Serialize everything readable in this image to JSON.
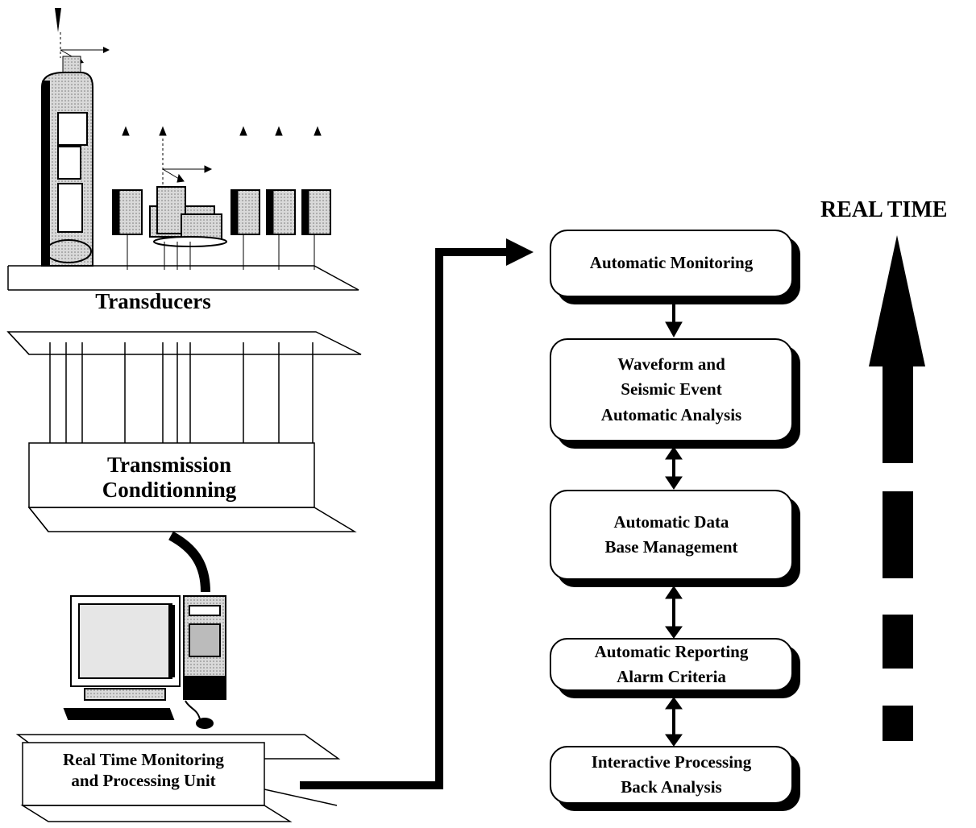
{
  "left_stack": {
    "transducers_label": "Transducers",
    "transmission_label": "Transmission\nConditionning",
    "unit_label": "Real Time Monitoring\nand Processing Unit"
  },
  "flow": {
    "steps": [
      "Automatic Monitoring",
      "Waveform and\nSeismic Event\nAutomatic Analysis",
      "Automatic Data\nBase Management",
      "Automatic Reporting\nAlarm Criteria",
      "Interactive Processing\nBack Analysis"
    ]
  },
  "real_time_label": "REAL TIME",
  "colors": {
    "ink": "#000000",
    "sensor_gray": "#8a8a8a",
    "screen_gray": "#e6e6e6",
    "shadow": "#000000"
  }
}
